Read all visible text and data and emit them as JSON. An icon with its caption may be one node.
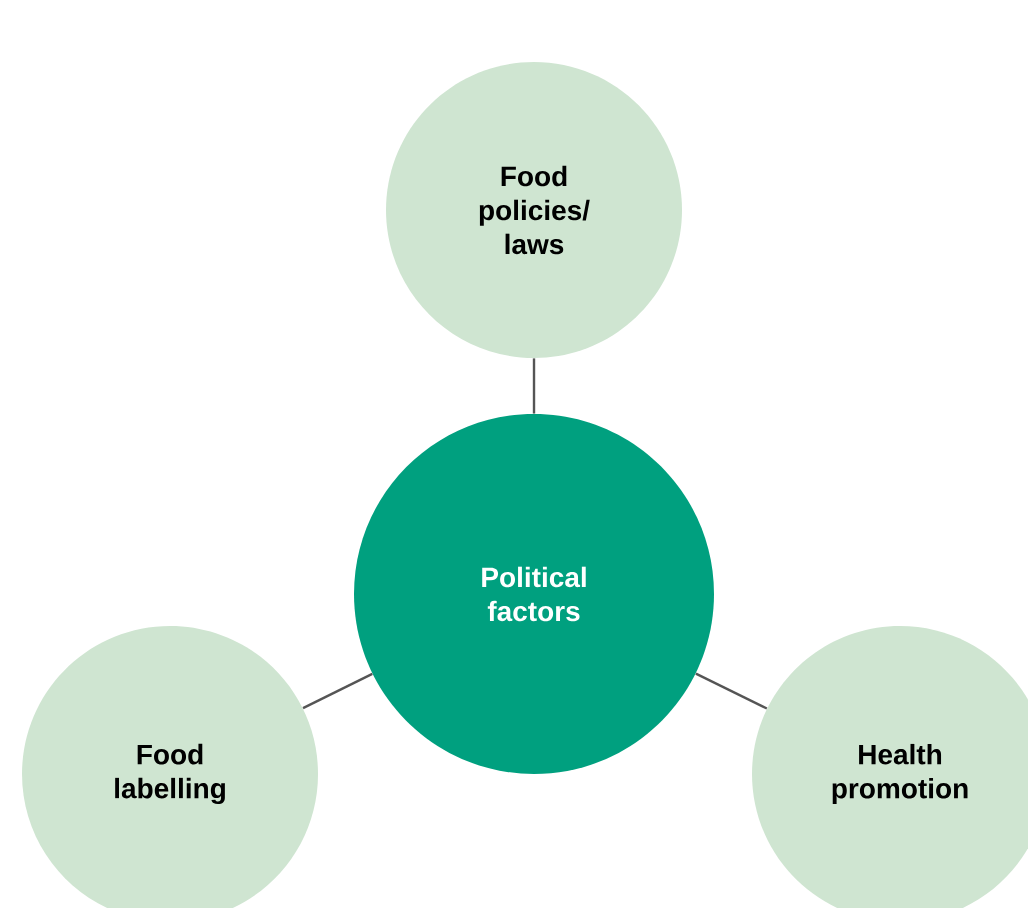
{
  "diagram": {
    "nodes": [
      {
        "text": [
          "Food policies/ laws"
        ]
      },
      {
        "text": [
          "Political factors"
        ]
      },
      {
        "text": [
          "Food labelling"
        ]
      },
      {
        "text": [
          "Health promotion"
        ]
      }
    ],
    "edges": [
      {
        "from": 1,
        "to": 0,
        "arrow": "none"
      },
      {
        "from": 1,
        "to": 2,
        "arrow": "none"
      },
      {
        "from": 1,
        "to": 3,
        "arrow": "none"
      }
    ]
  }
}
